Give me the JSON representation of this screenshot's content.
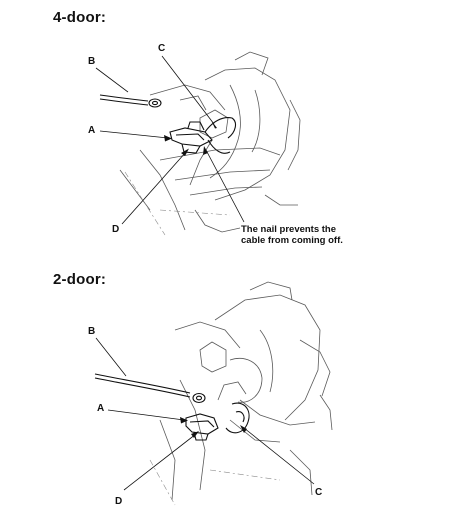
{
  "sections": {
    "four_door": {
      "heading": "4-door:",
      "callouts": {
        "a": "A",
        "b": "B",
        "c": "C",
        "d": "D"
      },
      "note_line1": "The nail prevents the",
      "note_line2": "cable from coming off."
    },
    "two_door": {
      "heading": "2-door:",
      "callouts": {
        "a": "A",
        "b": "B",
        "c": "C",
        "d": "D"
      }
    }
  },
  "colors": {
    "ink": "#111111",
    "sketch": "#5a5a5a",
    "background": "#ffffff"
  }
}
